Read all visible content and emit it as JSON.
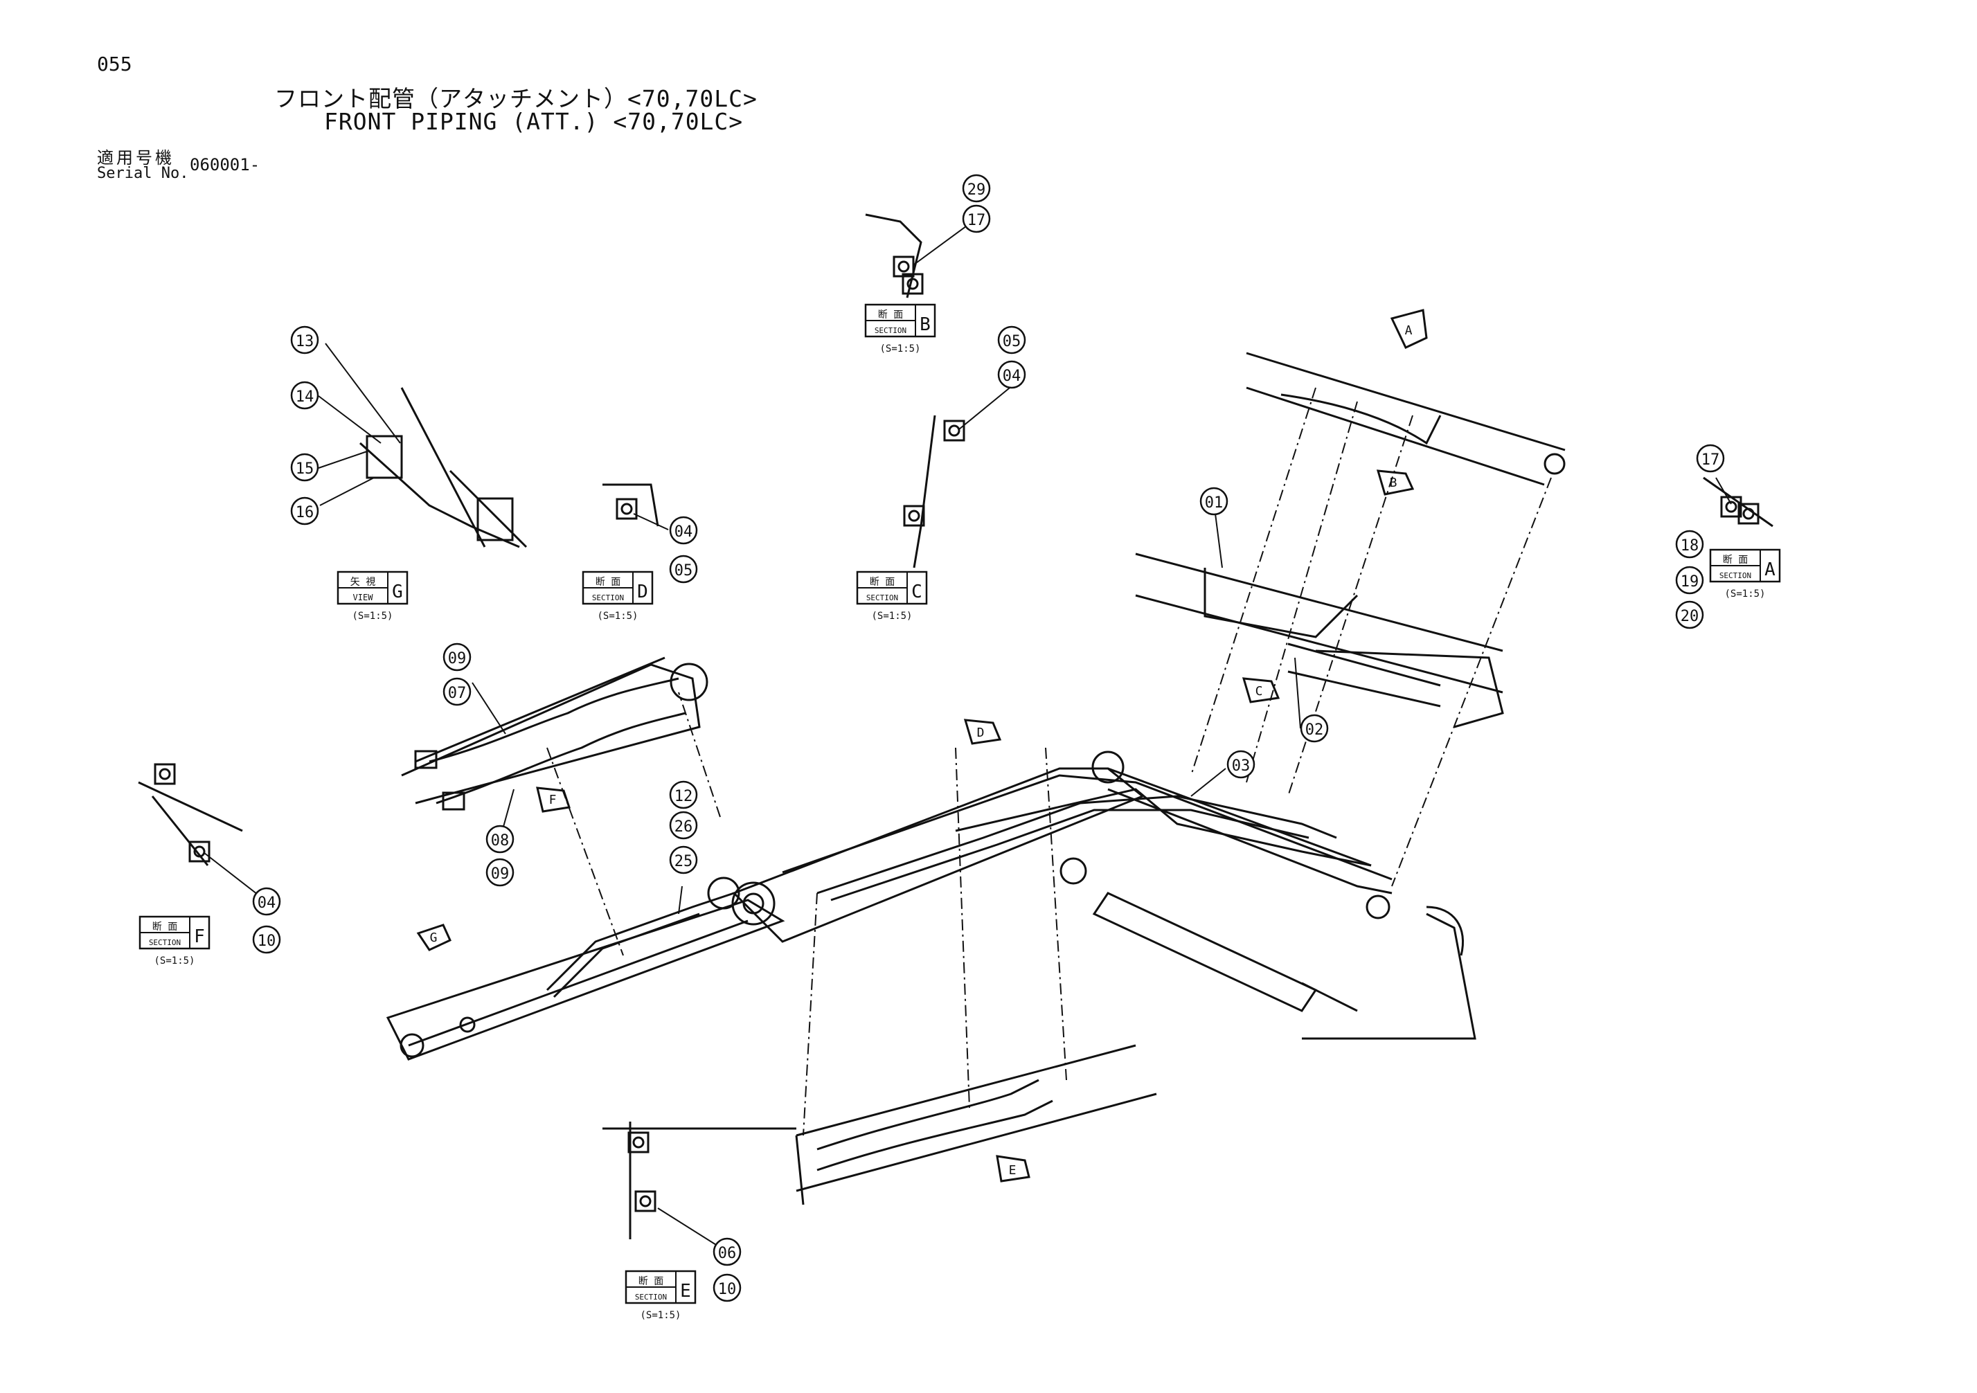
{
  "header": {
    "page_number": "055",
    "title_jp": "フロント配管（アタッチメント）<70,70LC>",
    "title_en": "FRONT PIPING (ATT.) <70,70LC>",
    "serial_label_jp": "適用号機",
    "serial_label_en": "Serial No.",
    "serial_value": "060001-"
  },
  "sections": [
    {
      "id": "B",
      "kind": "断 面",
      "word": "SECTION",
      "letter": "B",
      "scale": "(S=1:5)"
    },
    {
      "id": "G",
      "kind": "矢 視",
      "word": "VIEW",
      "letter": "G",
      "scale": "(S=1:5)"
    },
    {
      "id": "D",
      "kind": "断 面",
      "word": "SECTION",
      "letter": "D",
      "scale": "(S=1:5)"
    },
    {
      "id": "C",
      "kind": "断 面",
      "word": "SECTION",
      "letter": "C",
      "scale": "(S=1:5)"
    },
    {
      "id": "A",
      "kind": "断 面",
      "word": "SECTION",
      "letter": "A",
      "scale": "(S=1:5)"
    },
    {
      "id": "F",
      "kind": "断 面",
      "word": "SECTION",
      "letter": "F",
      "scale": "(S=1:5)"
    },
    {
      "id": "E",
      "kind": "断 面",
      "word": "SECTION",
      "letter": "E",
      "scale": "(S=1:5)"
    }
  ],
  "view_arrows": [
    "A",
    "B",
    "C",
    "D",
    "E",
    "F",
    "G"
  ],
  "callouts": {
    "b_29": "29",
    "b_17": "17",
    "g_13": "13",
    "g_14": "14",
    "g_15": "15",
    "g_16": "16",
    "d_04": "04",
    "d_05": "05",
    "c_05": "05",
    "c_04": "04",
    "a_17": "17",
    "a_18": "18",
    "a_19": "19",
    "a_20": "20",
    "m_01": "01",
    "m_02": "02",
    "m_03": "03",
    "m_09a": "09",
    "m_07": "07",
    "m_08": "08",
    "m_09b": "09",
    "m_12": "12",
    "m_26": "26",
    "m_25": "25",
    "f_04": "04",
    "f_10": "10",
    "e_06": "06",
    "e_10": "10"
  }
}
